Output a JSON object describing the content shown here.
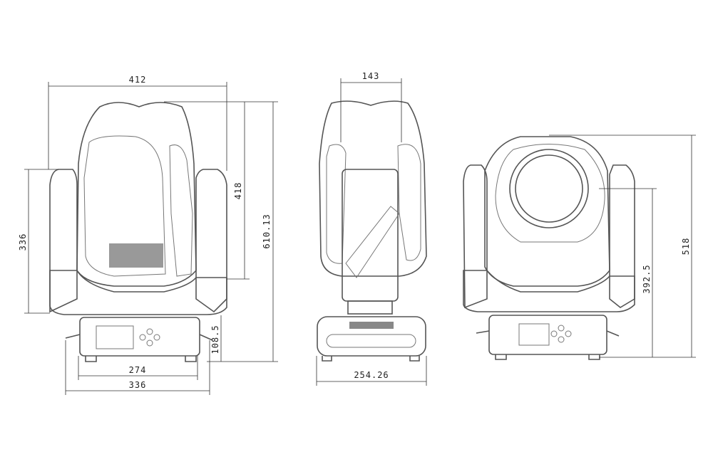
{
  "title": "Moving head fixture dimension drawing",
  "views": {
    "front": {
      "dims": {
        "head_width": "412",
        "head_height": "418",
        "total_height": "610.13",
        "arm_height": "336",
        "base_height": "108.5",
        "base_inner_width": "274",
        "base_width": "336"
      }
    },
    "side": {
      "dims": {
        "head_depth": "143",
        "base_depth": "254.26"
      }
    },
    "rear": {
      "dims": {
        "total_height": "518",
        "pivot_height": "392.5"
      }
    }
  },
  "colors": {
    "line": "#555555",
    "dimension": "#333333"
  }
}
